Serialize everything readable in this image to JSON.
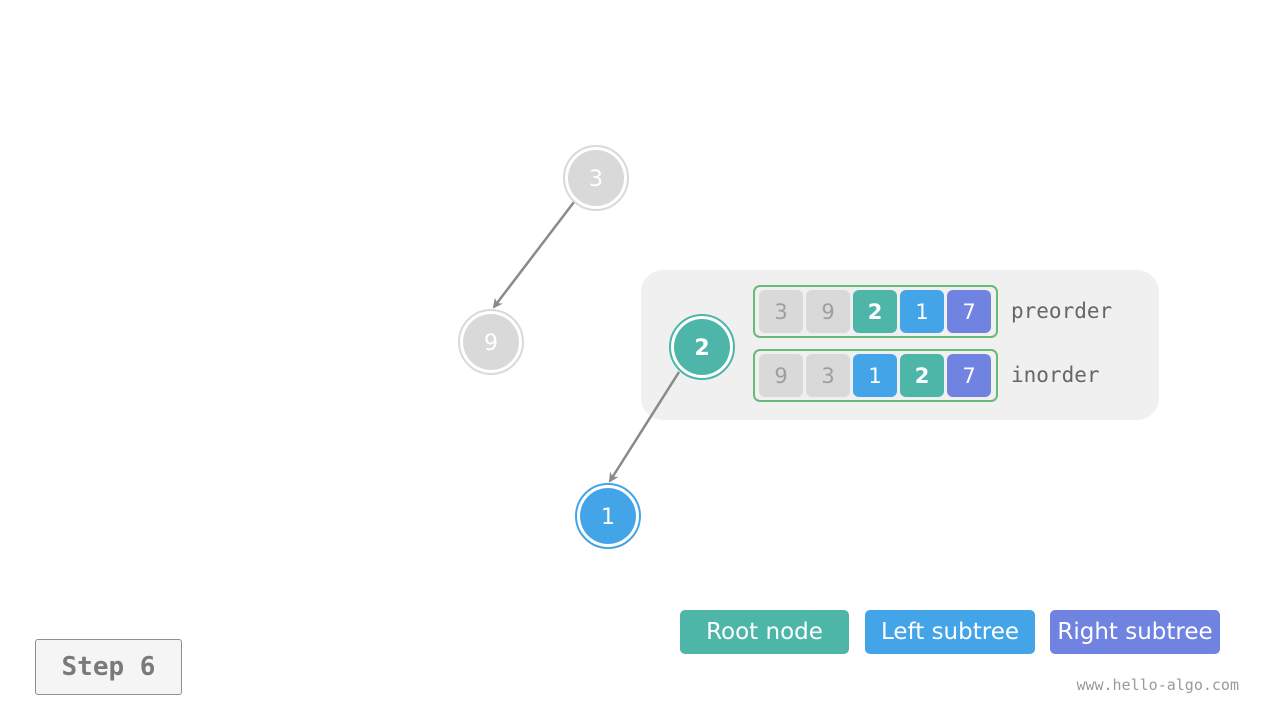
{
  "colors": {
    "root": "#4db6a9",
    "left": "#43a4e8",
    "right": "#7083e0",
    "inactive": "#d9d9d9",
    "inactive_text": "#9e9e9e",
    "edge": "#8a8a8a",
    "panel": "#f0f0f0",
    "array_border": "#6ab87a"
  },
  "tree": {
    "nodes": [
      {
        "id": "n3",
        "label": "3",
        "role": "inactive"
      },
      {
        "id": "n9",
        "label": "9",
        "role": "inactive"
      },
      {
        "id": "n2",
        "label": "2",
        "role": "root"
      },
      {
        "id": "n1",
        "label": "1",
        "role": "left"
      }
    ],
    "edges": [
      {
        "from": "n3",
        "to": "n9"
      },
      {
        "from": "n2",
        "to": "n1"
      }
    ]
  },
  "arrays": {
    "preorder": {
      "label": "preorder",
      "cells": [
        {
          "value": "3",
          "role": "inactive"
        },
        {
          "value": "9",
          "role": "inactive"
        },
        {
          "value": "2",
          "role": "root"
        },
        {
          "value": "1",
          "role": "left"
        },
        {
          "value": "7",
          "role": "right"
        }
      ]
    },
    "inorder": {
      "label": "inorder",
      "cells": [
        {
          "value": "9",
          "role": "inactive"
        },
        {
          "value": "3",
          "role": "inactive"
        },
        {
          "value": "1",
          "role": "left"
        },
        {
          "value": "2",
          "role": "root"
        },
        {
          "value": "7",
          "role": "right"
        }
      ]
    }
  },
  "legend": {
    "root": "Root node",
    "left": "Left subtree",
    "right": "Right subtree"
  },
  "step": "Step 6",
  "watermark": "www.hello-algo.com"
}
